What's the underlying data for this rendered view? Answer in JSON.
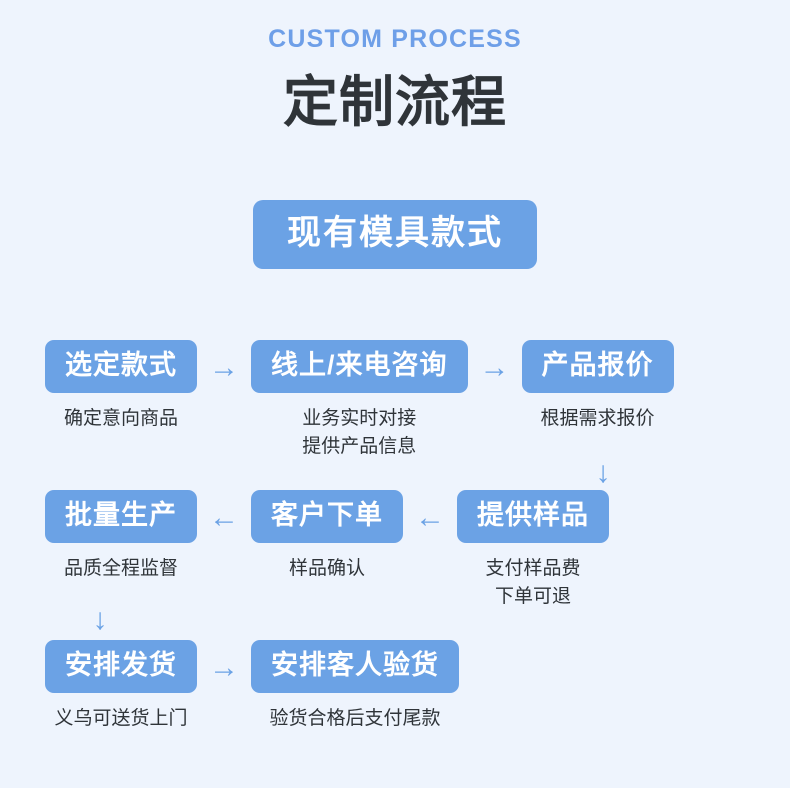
{
  "header": {
    "eyebrow": "CUSTOM PROCESS",
    "title": "定制流程"
  },
  "hero": {
    "label": "现有模具款式"
  },
  "colors": {
    "background": "#eef4fd",
    "accent": "#6ba2e5",
    "eyebrow": "#6e9fe8",
    "title": "#2f3439",
    "caption": "#2f3439",
    "pill_text": "#ffffff"
  },
  "icons": {
    "arrow_right": "→",
    "arrow_left": "←",
    "arrow_down": "↓"
  },
  "flow": {
    "rows": [
      {
        "direction": "right",
        "nodes": [
          {
            "label": "选定款式",
            "caption": "确定意向商品"
          },
          {
            "label": "线上/来电咨询",
            "caption": "业务实时对接\n提供产品信息"
          },
          {
            "label": "产品报价",
            "caption": "根据需求报价"
          }
        ]
      },
      {
        "direction": "left",
        "nodes": [
          {
            "label": "批量生产",
            "caption": "品质全程监督"
          },
          {
            "label": "客户下单",
            "caption": "样品确认"
          },
          {
            "label": "提供样品",
            "caption": "支付样品费\n下单可退"
          }
        ]
      },
      {
        "direction": "right",
        "nodes": [
          {
            "label": "安排发货",
            "caption": "义乌可送货上门"
          },
          {
            "label": "安排客人验货",
            "caption": "验货合格后支付尾款"
          }
        ]
      }
    ]
  }
}
